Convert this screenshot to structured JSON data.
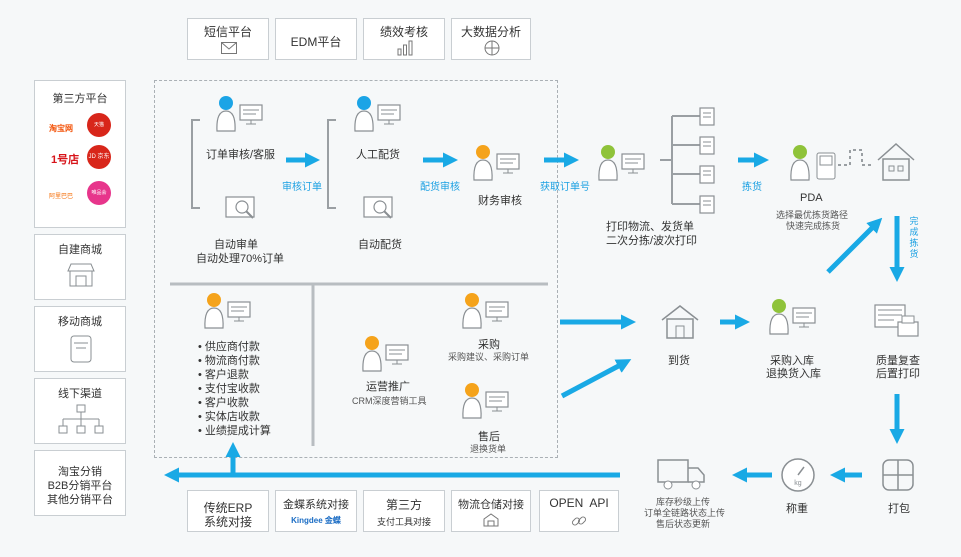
{
  "colors": {
    "accent": "#19a9e5",
    "head_blue": "#1ba4e6",
    "head_orange": "#f5a31b",
    "head_green": "#8fc33a",
    "border": "#c9ced2"
  },
  "top_tools": [
    {
      "label": "短信平台",
      "icon": "envelope-icon"
    },
    {
      "label": "EDM平台",
      "icon": ""
    },
    {
      "label": "绩效考核",
      "icon": "bar-chart-icon"
    },
    {
      "label": "大数据分析",
      "icon": "network-icon"
    }
  ],
  "left": {
    "third_party": {
      "title": "第三方平台",
      "logos": [
        "淘宝网",
        "天猫 tmall.com",
        "1号店",
        "JD 京东",
        "阿里巴巴",
        "唯品会 vip.com"
      ]
    },
    "self_mall": "自建商城",
    "mobile_mall": "移动商城",
    "offline": "线下渠道",
    "distribution": [
      "淘宝分销",
      "B2B分销平台",
      "其他分销平台"
    ]
  },
  "process": {
    "order_review": "订单审核/客服",
    "auto_review": [
      "自动审单",
      "自动处理70%订单"
    ],
    "review_arrow": "审核订单",
    "manual_alloc": "人工配货",
    "auto_alloc": "自动配货",
    "alloc_arrow": "配货审核",
    "finance": "财务审核",
    "fetch_arrow": "获取订单号",
    "print": [
      "打印物流、发货单",
      "二次分拣/波次打印"
    ],
    "pick_arrow": "拣货",
    "pda": "PDA",
    "pda_sub": [
      "选择最优拣货路径",
      "快速完成拣货"
    ],
    "done_pick": "完成拣货",
    "finance_items": [
      "供应商付款",
      "物流商付款",
      "客户退款",
      "支付宝收款",
      "客户收款",
      "实体店收款",
      "业绩提成计算"
    ],
    "operation": "运营推广",
    "operation_sub": "CRM深度营销工具",
    "purchase": "采购",
    "purchase_sub": "采购建议、采购订单",
    "aftersale": "售后",
    "aftersale_sub": "退换货单",
    "arrival": "到货",
    "inbound": [
      "采购入库",
      "退换货入库"
    ],
    "qc": [
      "质量复查",
      "后置打印"
    ],
    "pack": "打包",
    "weigh": "称重",
    "ship_sub": [
      "库存秒级上传",
      "订单全链路状态上传",
      "售后状态更新"
    ]
  },
  "bottom_tools": [
    {
      "label": [
        "传统ERP",
        "系统对接"
      ]
    },
    {
      "label": [
        "金蝶系统对接"
      ],
      "sub": "Kingdee 金蝶"
    },
    {
      "label": [
        "第三方"
      ],
      "sub": "支付工具对接"
    },
    {
      "label": [
        "物流仓储对接"
      ],
      "icon": "warehouse-icon"
    },
    {
      "label": [
        "OPEN  API"
      ],
      "icon": "link-icon"
    }
  ]
}
